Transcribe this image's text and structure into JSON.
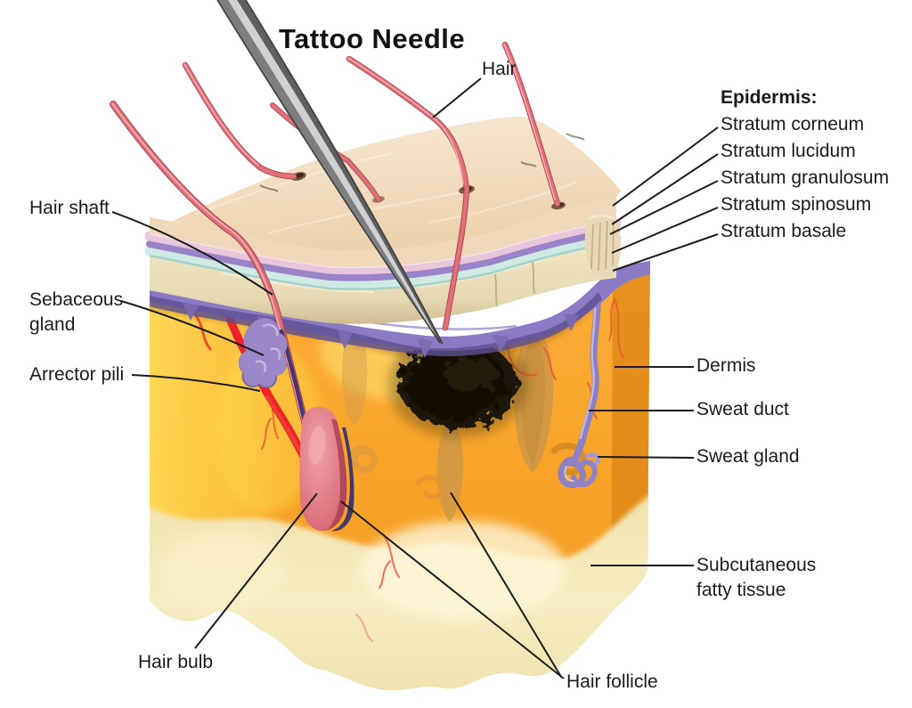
{
  "diagram": {
    "title": "Tattoo Needle",
    "labels": {
      "hair": "Hair",
      "epidermis_heading": "Epidermis:",
      "stratum_corneum": "Stratum corneum",
      "stratum_lucidum": "Stratum lucidum",
      "stratum_granulosum": "Stratum granulosum",
      "stratum_spinosum": "Stratum spinosum",
      "stratum_basale": "Stratum basale",
      "hair_shaft": "Hair shaft",
      "sebaceous_gland": "Sebaceous gland",
      "arrector_pili": "Arrector pili",
      "dermis": "Dermis",
      "sweat_duct": "Sweat duct",
      "sweat_gland": "Sweat gland",
      "subcutaneous_fatty_tissue": "Subcutaneous fatty tissue",
      "hair_bulb": "Hair bulb",
      "hair_follicle": "Hair follicle"
    },
    "colors": {
      "background": "#ffffff",
      "label_text": "#1d1a19",
      "leader_line": "#1c1c1c",
      "needle_gray": "#7e7e7e",
      "needle_highlight": "#d6d6d6",
      "ink_black": "#17110a",
      "epidermis_tan": "#f2dcc0",
      "stratum_lucidum_pink": "#e9c6dc",
      "stratum_granulosum_purple": "#9a83c6",
      "stratum_spinosum_cyan": "#cfe9e3",
      "stratum_basale_cream": "#ece0bf",
      "basement_membrane_purple": "#8b7ac4",
      "dermis_orange": "#f7a62e",
      "dermis_yellow": "#ffd951",
      "subcutaneous_pale": "#f4e7ba",
      "hair_red": "#dd6b73",
      "arrector_red": "#ee2227",
      "sweat_duct_purple": "#8d80c3",
      "follicle_tan": "#c9964b"
    }
  }
}
